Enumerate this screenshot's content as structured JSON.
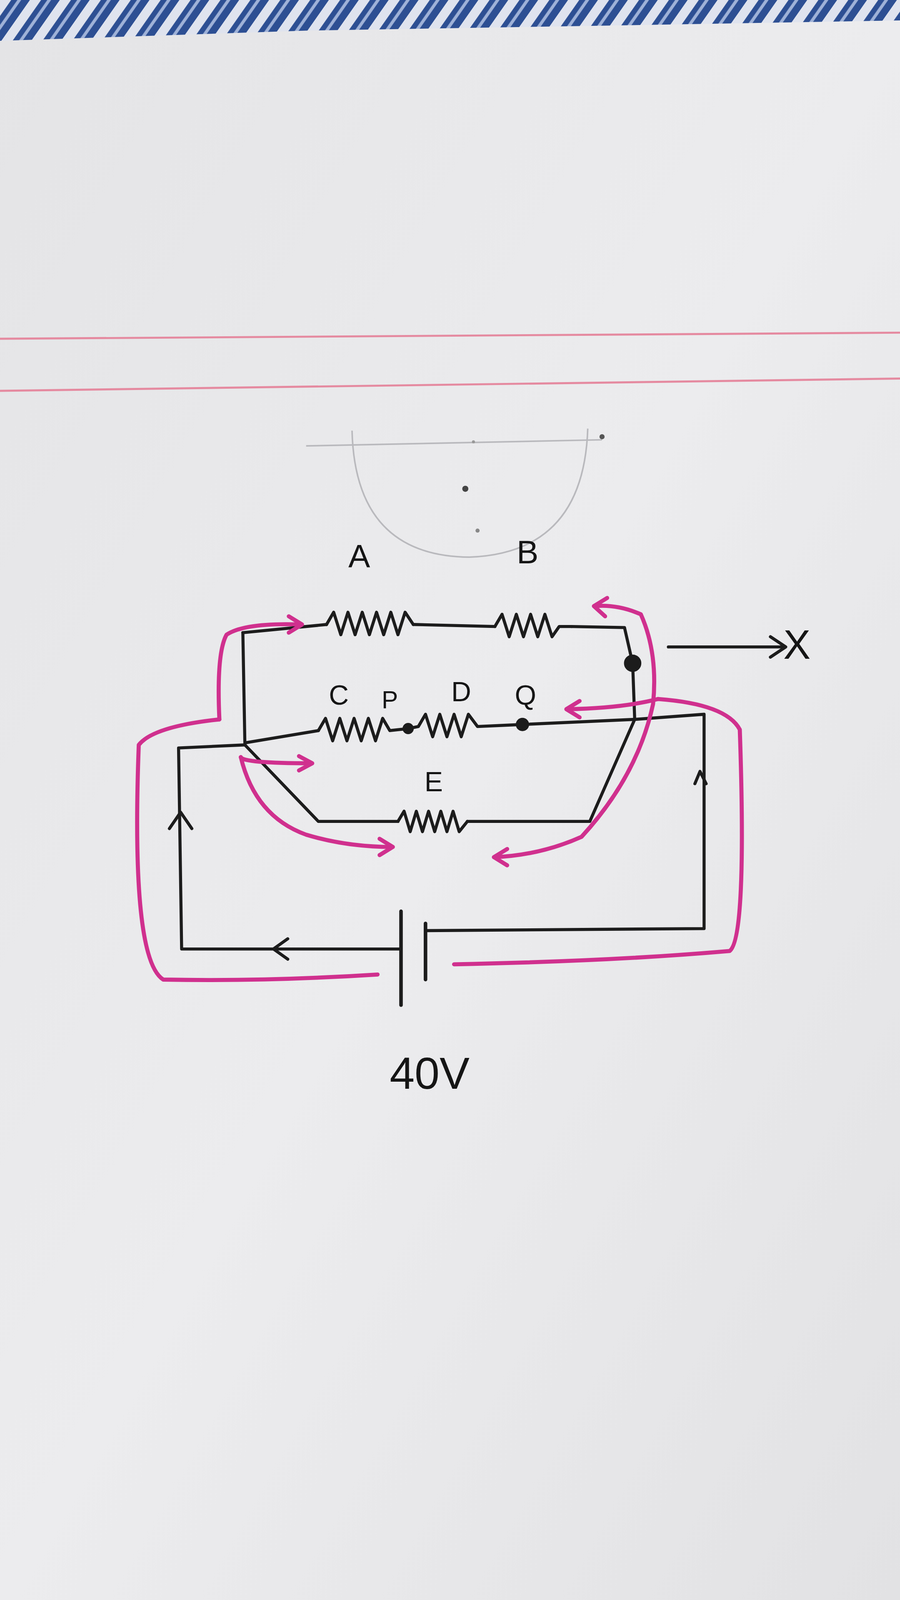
{
  "diagram": {
    "labels": [
      "A",
      "B",
      "C",
      "P",
      "D",
      "Q",
      "E",
      "X",
      "40V"
    ]
  }
}
